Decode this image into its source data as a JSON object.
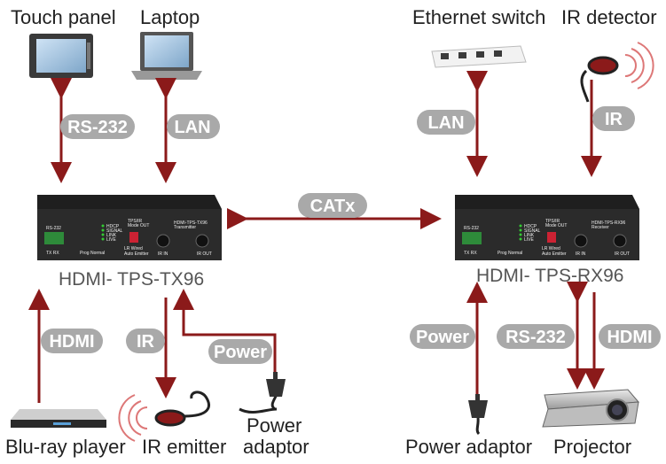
{
  "labels": {
    "touch_panel": "Touch panel",
    "laptop": "Laptop",
    "ethernet_switch": "Ethernet switch",
    "ir_detector": "IR detector",
    "transmitter": "HDMI- TPS-TX96",
    "receiver": "HDMI- TPS-RX96",
    "bluray": "Blu-ray player",
    "ir_emitter": "IR emitter",
    "power_adaptor_tx_line1": "Power",
    "power_adaptor_tx_line2": "adaptor",
    "power_adaptor_rx": "Power adaptor",
    "projector": "Projector"
  },
  "tags": {
    "rs232_tx": "RS-232",
    "lan_tx": "LAN",
    "lan_rx": "LAN",
    "ir_rx": "IR",
    "catx": "CATx",
    "hdmi_tx": "HDMI",
    "ir_tx": "IR",
    "power_tx": "Power",
    "power_rx": "Power",
    "rs232_rx": "RS-232",
    "hdmi_rx": "HDMI"
  },
  "tx_panel": {
    "rs232": "RS-232",
    "txrx": "TX RX",
    "prog": "Prog",
    "normal": "Normal",
    "hdcp": "HDCP",
    "signal": "SIGNAL",
    "link": "LINK",
    "live": "LIVE",
    "tpsmode": "TPS/IR",
    "mode_out": "Mode OUT",
    "lr_wired": "LR Wired",
    "auto_emitter": "Auto Emitter",
    "ir_in": "IR IN",
    "ir_out": "IR OUT",
    "model": "HDMI-TPS-TX96",
    "role": "Transmitter"
  },
  "rx_panel": {
    "rs232": "RS-232",
    "txrx": "TX RX",
    "prog": "Prog",
    "normal": "Normal",
    "hdcp": "HDCP",
    "signal": "SIGNAL",
    "link": "LINK",
    "live": "LIVE",
    "tpsmode": "TPS/IR",
    "mode_out": "Mode OUT",
    "lr_wired": "LR Wired",
    "auto_emitter": "Auto Emitter",
    "ir_in": "IR IN",
    "ir_out": "IR OUT",
    "model": "HDMI-TPS-RX96",
    "role": "Receiver"
  },
  "colors": {
    "line": "#8b1a1a",
    "tag_bg": "#a9a9a9",
    "device_body": "#2b2b2b",
    "label_gray": "#555555"
  }
}
